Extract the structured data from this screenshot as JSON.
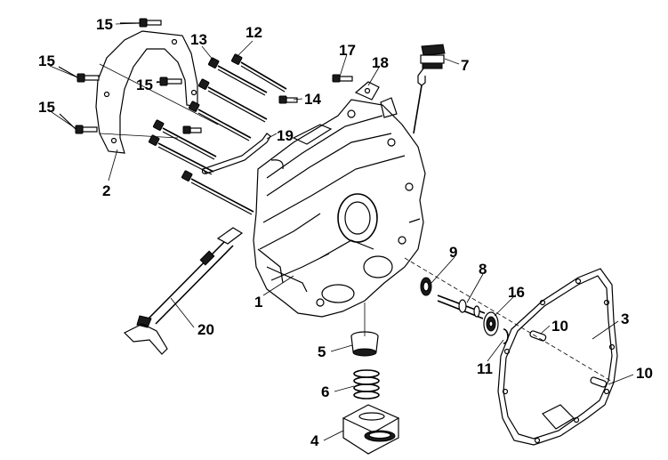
{
  "diagram": {
    "callouts": {
      "c1": "1",
      "c2": "2",
      "c3": "3",
      "c4": "4",
      "c5": "5",
      "c6": "6",
      "c7": "7",
      "c8": "8",
      "c9": "9",
      "c10a": "10",
      "c10b": "10",
      "c11": "11",
      "c12": "12",
      "c13": "13",
      "c14": "14",
      "c15a": "15",
      "c15b": "15",
      "c15c": "15",
      "c15d": "15",
      "c16": "16",
      "c17": "17",
      "c18": "18",
      "c19": "19",
      "c20": "20"
    }
  }
}
